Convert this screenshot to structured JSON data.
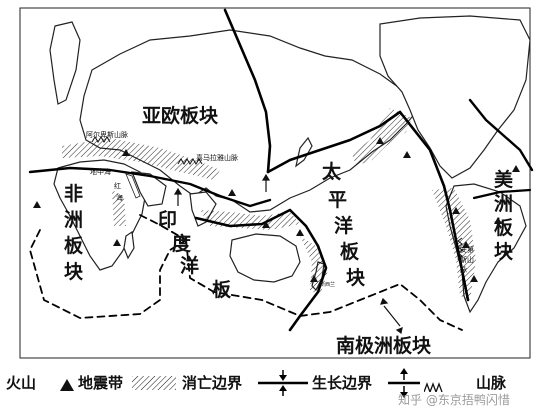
{
  "map": {
    "plates": {
      "eurasian": "亚欧板块",
      "african": "非洲板块",
      "indian_ocean": "印度洋板块",
      "pacific": "太平洋板块",
      "american": "美洲板块",
      "antarctic": "南极洲板块"
    },
    "places": {
      "alps": "阿尔卑斯山脉",
      "mediterranean": "地中海",
      "red_sea": "红海",
      "himalaya": "喜马拉雅山脉",
      "new_zealand": "新西兰",
      "andes": "安第斯山脉"
    }
  },
  "legend": {
    "volcano": "火山",
    "earthquake_belt": "地震带",
    "subduction": "消亡边界",
    "spreading": "生长边界",
    "mountains": "山脉"
  },
  "watermark": "知乎 @东京捂鸭闪惜",
  "colors": {
    "ink": "#111111",
    "background": "#ffffff"
  }
}
